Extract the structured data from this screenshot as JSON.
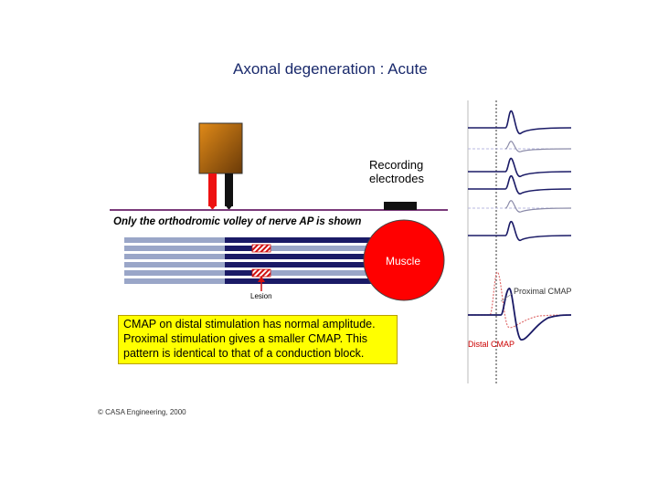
{
  "title": "Axonal degeneration : Acute",
  "recording": {
    "line1": "Recording",
    "line2": "electrodes"
  },
  "orthodromic_note": "Only the orthodromic volley of nerve AP is shown",
  "muscle_label": "Muscle",
  "lesion_label": "Lesion",
  "note": {
    "line1": "CMAP on distal stimulation has normal amplitude.",
    "line2": "Proximal stimulation gives a smaller CMAP. This",
    "line3": "pattern is identical to that of a conduction block."
  },
  "copyright": "© CASA Engineering, 2000",
  "proximal_label": "Proximal CMAP",
  "distal_label": "Distal CMAP",
  "colors": {
    "title": "#1a2a6c",
    "muscle": "#ff0000",
    "nerve_healthy": "#1a1a66",
    "nerve_pale": "#9aa6c8",
    "note_bg": "#ffff00",
    "stimulator": "#b86b10"
  }
}
